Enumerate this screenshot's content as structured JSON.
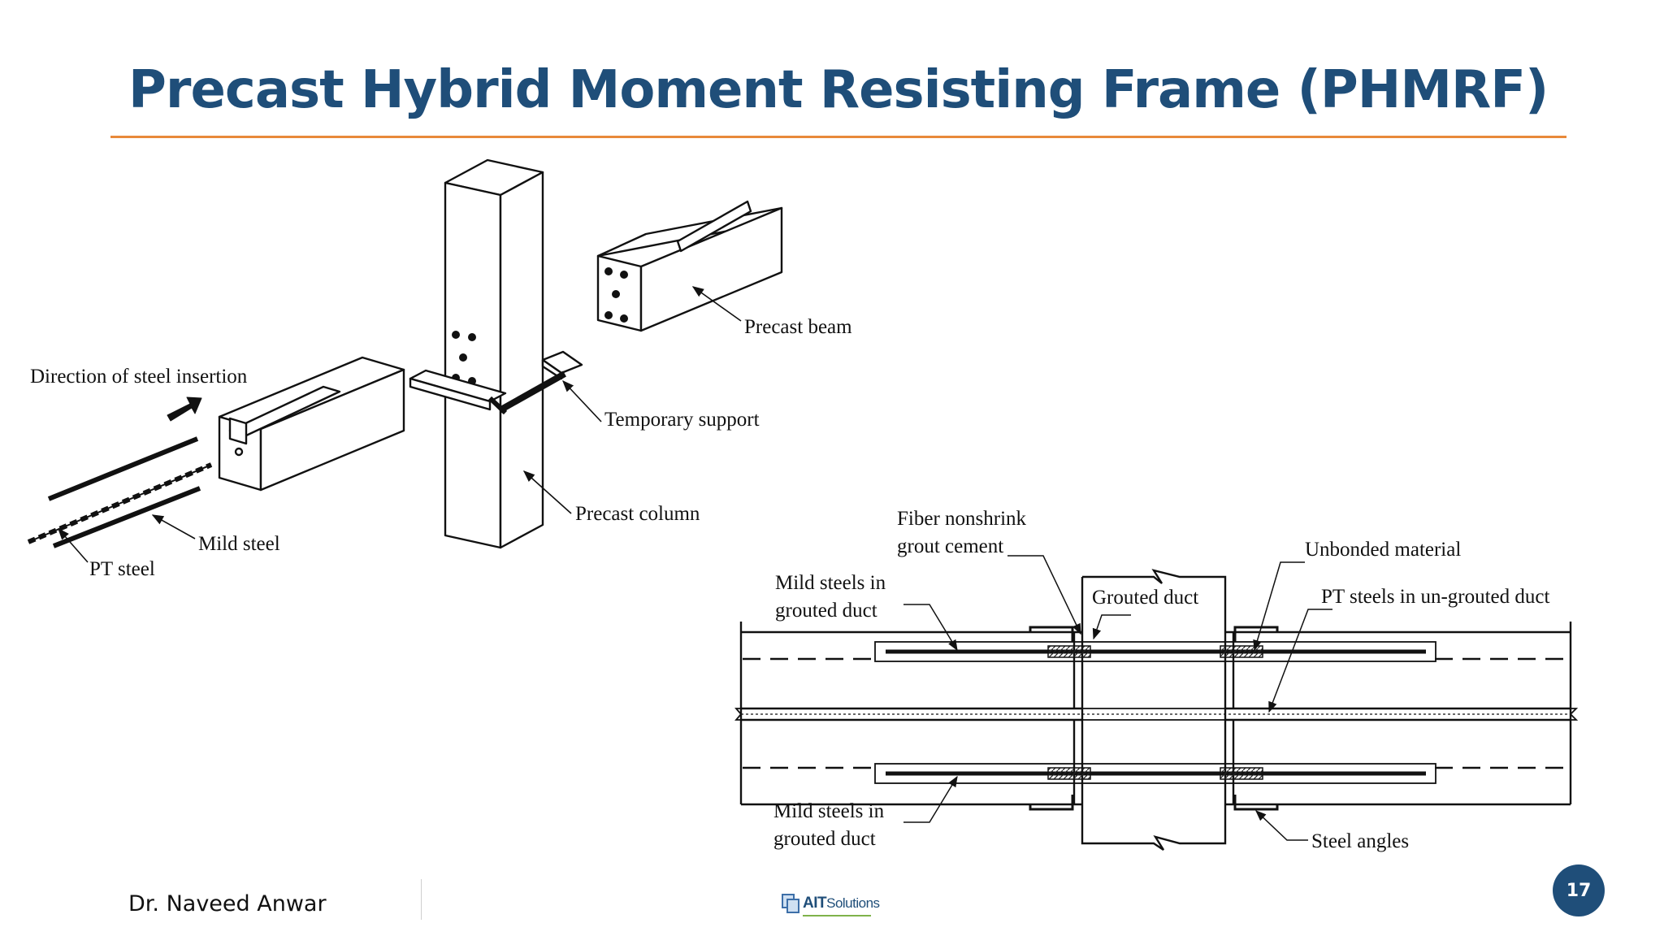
{
  "slide": {
    "title": "Precast Hybrid Moment Resisting Frame (PHMRF)",
    "page_number": "17"
  },
  "diagram": {
    "assembly_labels": {
      "direction": "Direction of steel insertion",
      "mild_steel": "Mild steel",
      "pt_steel": "PT steel",
      "precast_beam": "Precast beam",
      "temporary_support": "Temporary support",
      "precast_column": "Precast column"
    },
    "section_labels": {
      "fiber_line1": "Fiber nonshrink",
      "fiber_line2": "grout cement",
      "unbonded": "Unbonded material",
      "mild_top_line1": "Mild steels in",
      "mild_top_line2": "grouted duct",
      "grouted_duct": "Grouted duct",
      "pt_ungrouted": "PT steels in un-grouted duct",
      "mild_bottom_line1": "Mild steels in",
      "mild_bottom_line2": "grouted duct",
      "steel_angles": "Steel angles"
    }
  },
  "footer": {
    "author": "Dr. Naveed Anwar",
    "logo_brand": "AIT",
    "logo_sub": "Solutions"
  },
  "colors": {
    "title": "#1f4e79",
    "rule": "#e8893a",
    "badge": "#1f4e79"
  }
}
